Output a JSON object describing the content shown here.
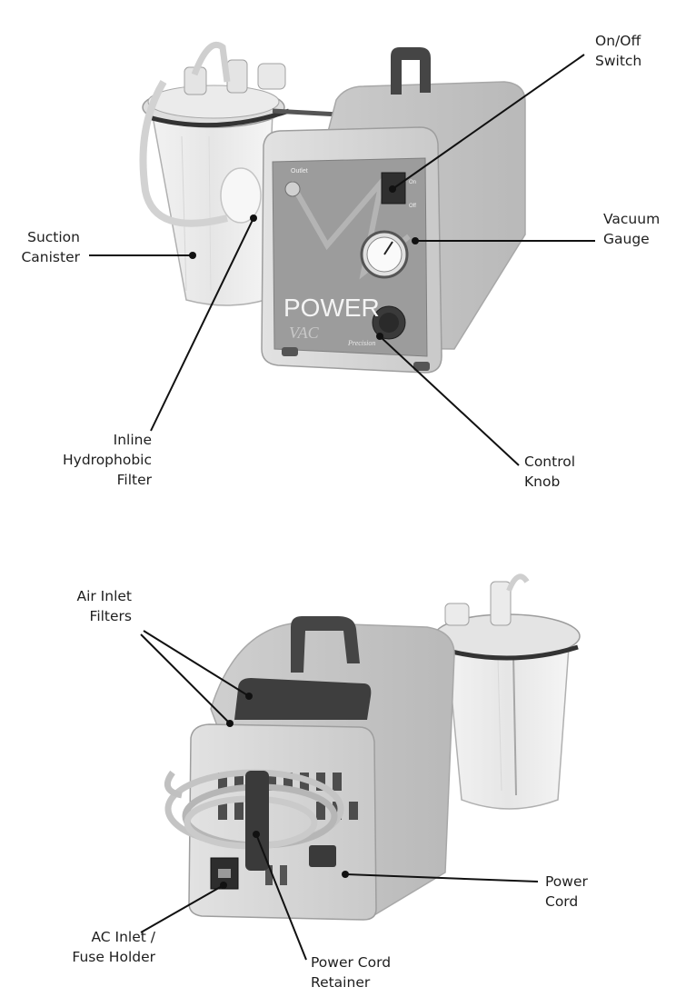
{
  "front_view": {
    "labels": {
      "on_off_switch": [
        "On/Off",
        "Switch"
      ],
      "vacuum_gauge": [
        "Vacuum",
        "Gauge"
      ],
      "suction_canister": [
        "Suction",
        "Canister"
      ],
      "inline_filter": [
        "Inline",
        "Hydrophobic",
        "Filter"
      ],
      "control_knob": [
        "Control",
        "Knob"
      ]
    },
    "device_text": {
      "brand_line1": "POWER",
      "brand_line2": "VAC",
      "outlet": "Outlet",
      "on": "On",
      "off": "Off",
      "maker": "Precision"
    }
  },
  "rear_view": {
    "labels": {
      "air_inlet_filters": [
        "Air Inlet",
        "Filters"
      ],
      "power_cord": [
        "Power",
        "Cord"
      ],
      "ac_inlet": [
        "AC Inlet /",
        "Fuse Holder"
      ],
      "cord_retainer": [
        "Power Cord",
        "Retainer"
      ]
    }
  },
  "colors": {
    "body": "#d9d9d9",
    "body_shade": "#bdbdbd",
    "panel": "#9a9a9a",
    "handle": "#4a4a4a",
    "leader": "#111111",
    "canister": "#ececec"
  }
}
